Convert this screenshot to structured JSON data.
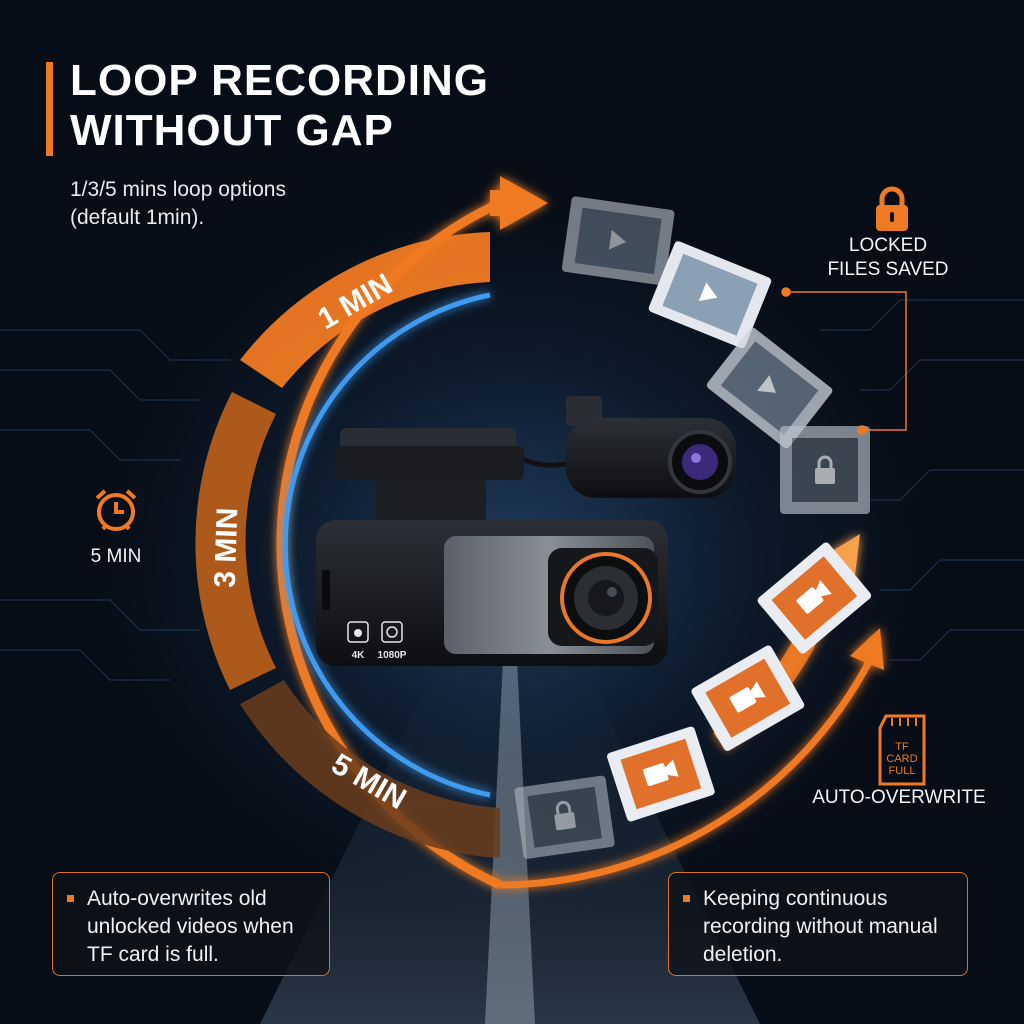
{
  "header": {
    "title_line1": "LOOP RECORDING",
    "title_line2": "WITHOUT GAP",
    "subtitle_line1": "1/3/5 mins loop options",
    "subtitle_line2": "(default 1min)."
  },
  "arc_segments": {
    "one_min": "1 MIN",
    "three_min": "3 MIN",
    "five_min": "5 MIN"
  },
  "side_labels": {
    "alarm": "5 MIN",
    "locked_line1": "LOCKED",
    "locked_line2": "FILES SAVED",
    "auto_overwrite": "AUTO-OVERWRITE",
    "sd_card": [
      "TF",
      "CARD",
      "FULL"
    ]
  },
  "camera": {
    "badge_4k": "4K",
    "badge_1080p": "1080P"
  },
  "notes": {
    "left": "Auto-overwrites old unlocked videos when TF card is full.",
    "right": "Keeping continuous recording without manual deletion."
  },
  "colors": {
    "accent_orange": "#f07a22",
    "accent_blue": "#3f9bf0",
    "background": "#0b1422"
  },
  "icons": [
    "lock-icon",
    "alarm-clock-icon",
    "sd-card-icon",
    "video-camera-icon",
    "play-icon"
  ]
}
